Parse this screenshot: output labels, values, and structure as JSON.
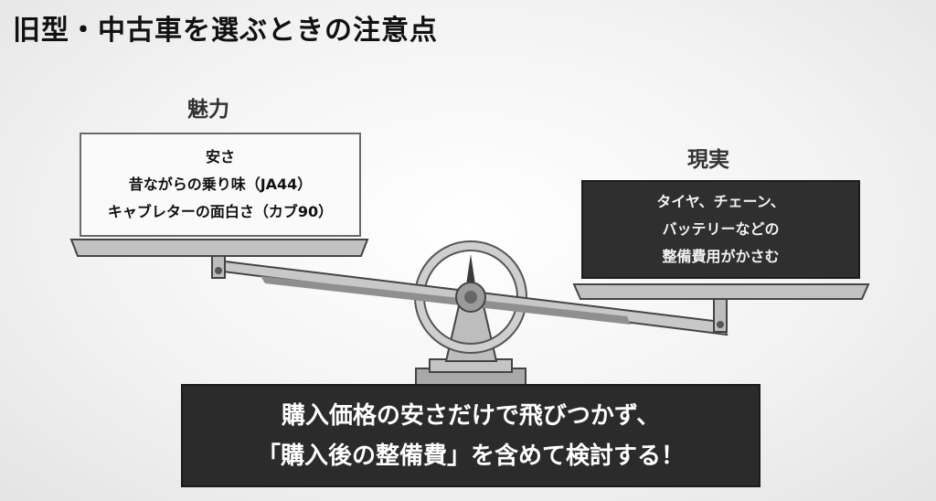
{
  "title": "旧型・中古車を選ぶときの注意点",
  "left_pan": {
    "heading": "魅力",
    "lines": [
      "安さ",
      "昔ながらの乗り味（JA44）",
      "キャブレターの面白さ（カブ90）"
    ]
  },
  "right_pan": {
    "heading": "現実",
    "lines": [
      "タイヤ、チェーン、",
      "バッテリーなどの",
      "整備費用がかさむ"
    ]
  },
  "conclusion": {
    "lines": [
      "購入価格の安さだけで飛びつかず、",
      "「購入後の整備費」を含めて検討する！"
    ]
  },
  "colors": {
    "dark_box": "#2f2f2f",
    "light_box": "#fafafa",
    "metal": "#b9b9b9"
  }
}
